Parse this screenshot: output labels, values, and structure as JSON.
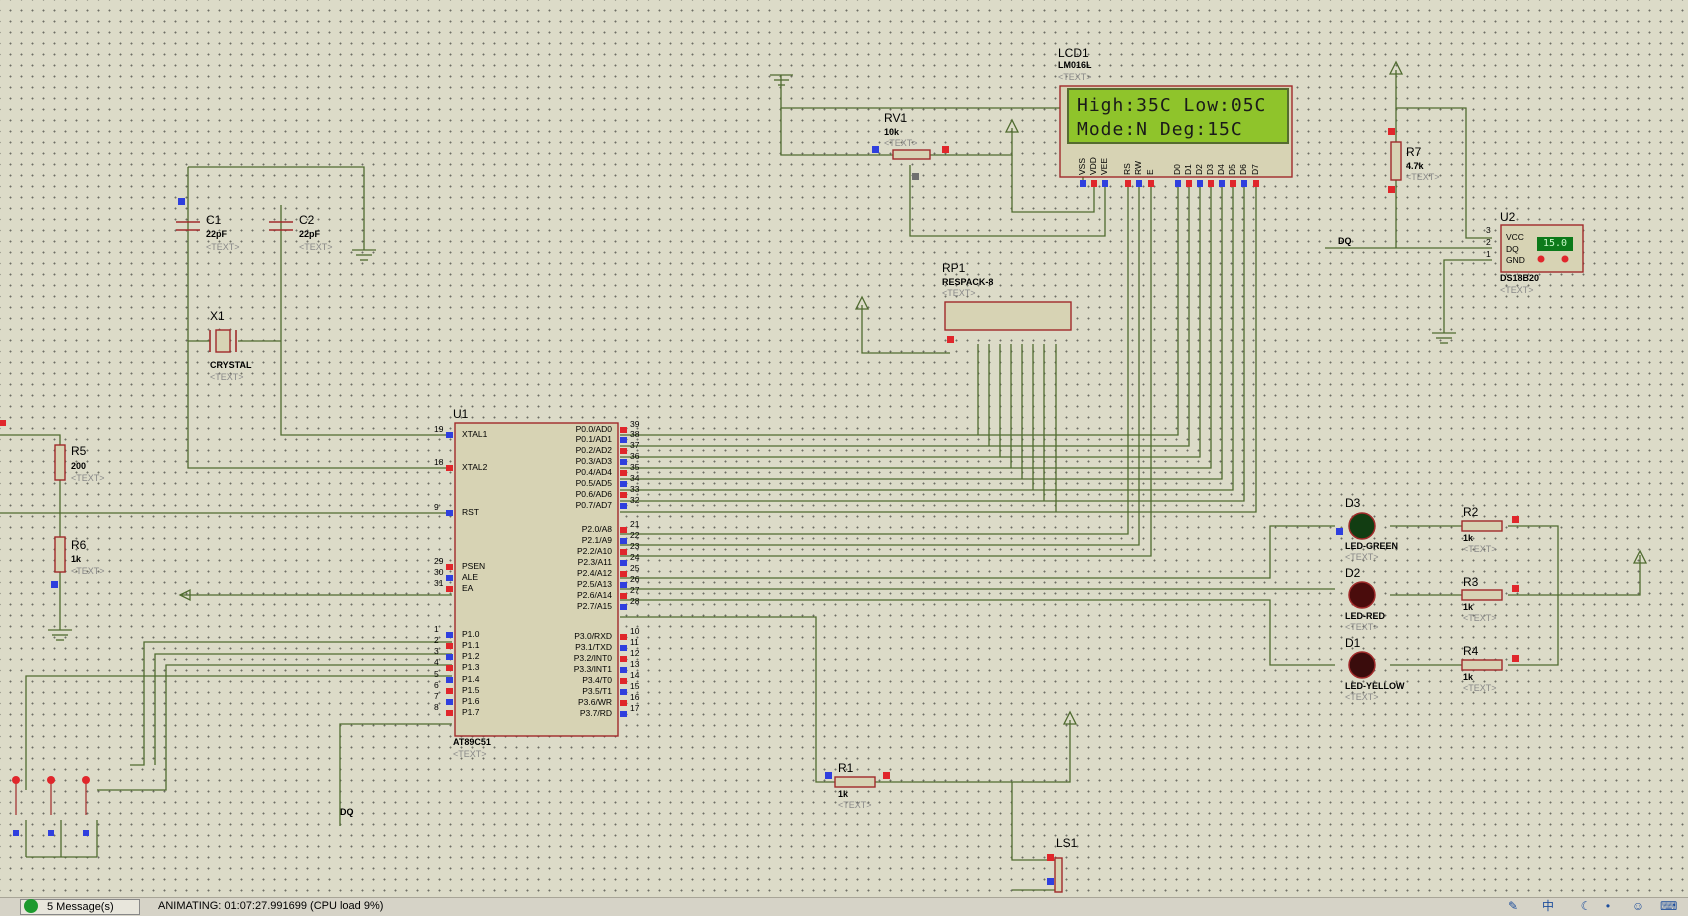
{
  "schematic": {
    "components": {
      "lcd": {
        "ref": "LCD1",
        "model": "LM016L",
        "text": "<TEXT>",
        "line1": "High:35C Low:05C",
        "line2": "Mode:N   Deg:15C",
        "pins": [
          "VSS",
          "VDD",
          "VEE",
          "RS",
          "RW",
          "E",
          "D0",
          "D1",
          "D2",
          "D3",
          "D4",
          "D5",
          "D6",
          "D7"
        ]
      },
      "rv1": {
        "ref": "RV1",
        "value": "10k",
        "text": "<TEXT>"
      },
      "rp1": {
        "ref": "RP1",
        "value": "RESPACK-8",
        "text": "<TEXT>"
      },
      "c1": {
        "ref": "C1",
        "value": "22pF",
        "text": "<TEXT>"
      },
      "c2": {
        "ref": "C2",
        "value": "22pF",
        "text": "<TEXT>"
      },
      "x1": {
        "ref": "X1",
        "value": "CRYSTAL",
        "text": "<TEXT>"
      },
      "u1": {
        "ref": "U1",
        "model": "AT89C51",
        "text": "<TEXT>",
        "left_pins": [
          {
            "num": "19",
            "name": "XTAL1"
          },
          {
            "num": "18",
            "name": "XTAL2"
          },
          {
            "num": "9",
            "name": "RST"
          },
          {
            "num": "29",
            "name": "PSEN"
          },
          {
            "num": "30",
            "name": "ALE"
          },
          {
            "num": "31",
            "name": "EA"
          },
          {
            "num": "1",
            "name": "P1.0"
          },
          {
            "num": "2",
            "name": "P1.1"
          },
          {
            "num": "3",
            "name": "P1.2"
          },
          {
            "num": "4",
            "name": "P1.3"
          },
          {
            "num": "5",
            "name": "P1.4"
          },
          {
            "num": "6",
            "name": "P1.5"
          },
          {
            "num": "7",
            "name": "P1.6"
          },
          {
            "num": "8",
            "name": "P1.7"
          }
        ],
        "right_pins": [
          {
            "num": "39",
            "name": "P0.0/AD0"
          },
          {
            "num": "38",
            "name": "P0.1/AD1"
          },
          {
            "num": "37",
            "name": "P0.2/AD2"
          },
          {
            "num": "36",
            "name": "P0.3/AD3"
          },
          {
            "num": "35",
            "name": "P0.4/AD4"
          },
          {
            "num": "34",
            "name": "P0.5/AD5"
          },
          {
            "num": "33",
            "name": "P0.6/AD6"
          },
          {
            "num": "32",
            "name": "P0.7/AD7"
          },
          {
            "num": "21",
            "name": "P2.0/A8"
          },
          {
            "num": "22",
            "name": "P2.1/A9"
          },
          {
            "num": "23",
            "name": "P2.2/A10"
          },
          {
            "num": "24",
            "name": "P2.3/A11"
          },
          {
            "num": "25",
            "name": "P2.4/A12"
          },
          {
            "num": "26",
            "name": "P2.5/A13"
          },
          {
            "num": "27",
            "name": "P2.6/A14"
          },
          {
            "num": "28",
            "name": "P2.7/A15"
          },
          {
            "num": "10",
            "name": "P3.0/RXD"
          },
          {
            "num": "11",
            "name": "P3.1/TXD"
          },
          {
            "num": "12",
            "name": "P3.2/INT0"
          },
          {
            "num": "13",
            "name": "P3.3/INT1"
          },
          {
            "num": "14",
            "name": "P3.4/T0"
          },
          {
            "num": "15",
            "name": "P3.5/T1"
          },
          {
            "num": "16",
            "name": "P3.6/WR"
          },
          {
            "num": "17",
            "name": "P3.7/RD"
          }
        ]
      },
      "r5": {
        "ref": "R5",
        "value": "200",
        "text": "<TEXT>"
      },
      "r6": {
        "ref": "R6",
        "value": "1k",
        "text": "<TEXT>"
      },
      "r7": {
        "ref": "R7",
        "value": "4.7k",
        "text": "<TEXT>"
      },
      "u2": {
        "ref": "U2",
        "model": "DS18B20",
        "text": "<TEXT>",
        "reading": "15.0",
        "pins": [
          "VCC",
          "DQ",
          "GND"
        ],
        "pin_nums": [
          "3",
          "2",
          "1"
        ]
      },
      "d3": {
        "ref": "D3",
        "model": "LED-GREEN",
        "text": "<TEXT>"
      },
      "d2": {
        "ref": "D2",
        "model": "LED-RED",
        "text": "<TEXT>"
      },
      "d1": {
        "ref": "D1",
        "model": "LED-YELLOW",
        "text": "<TEXT>"
      },
      "r2": {
        "ref": "R2",
        "value": "1k",
        "text": "<TEXT>"
      },
      "r3": {
        "ref": "R3",
        "value": "1k",
        "text": "<TEXT>"
      },
      "r4": {
        "ref": "R4",
        "value": "1k",
        "text": "<TEXT>"
      },
      "r1": {
        "ref": "R1",
        "value": "1k",
        "text": "<TEXT>"
      },
      "ls1": {
        "ref": "LS1"
      }
    },
    "net_labels": {
      "dq_u2": "DQ",
      "dq_mcu": "DQ"
    }
  },
  "statusbar": {
    "messages": "5 Message(s)",
    "status": "ANIMATING: 01:07:27.991699 (CPU load 9%)"
  },
  "colors": {
    "wire": "#4f6b2f",
    "body": "#d7d3b4",
    "outline": "#a12a2a",
    "pin_red": "#e0262b",
    "pin_blue": "#2f3fde",
    "lcd_bg": "#8fc42b"
  }
}
